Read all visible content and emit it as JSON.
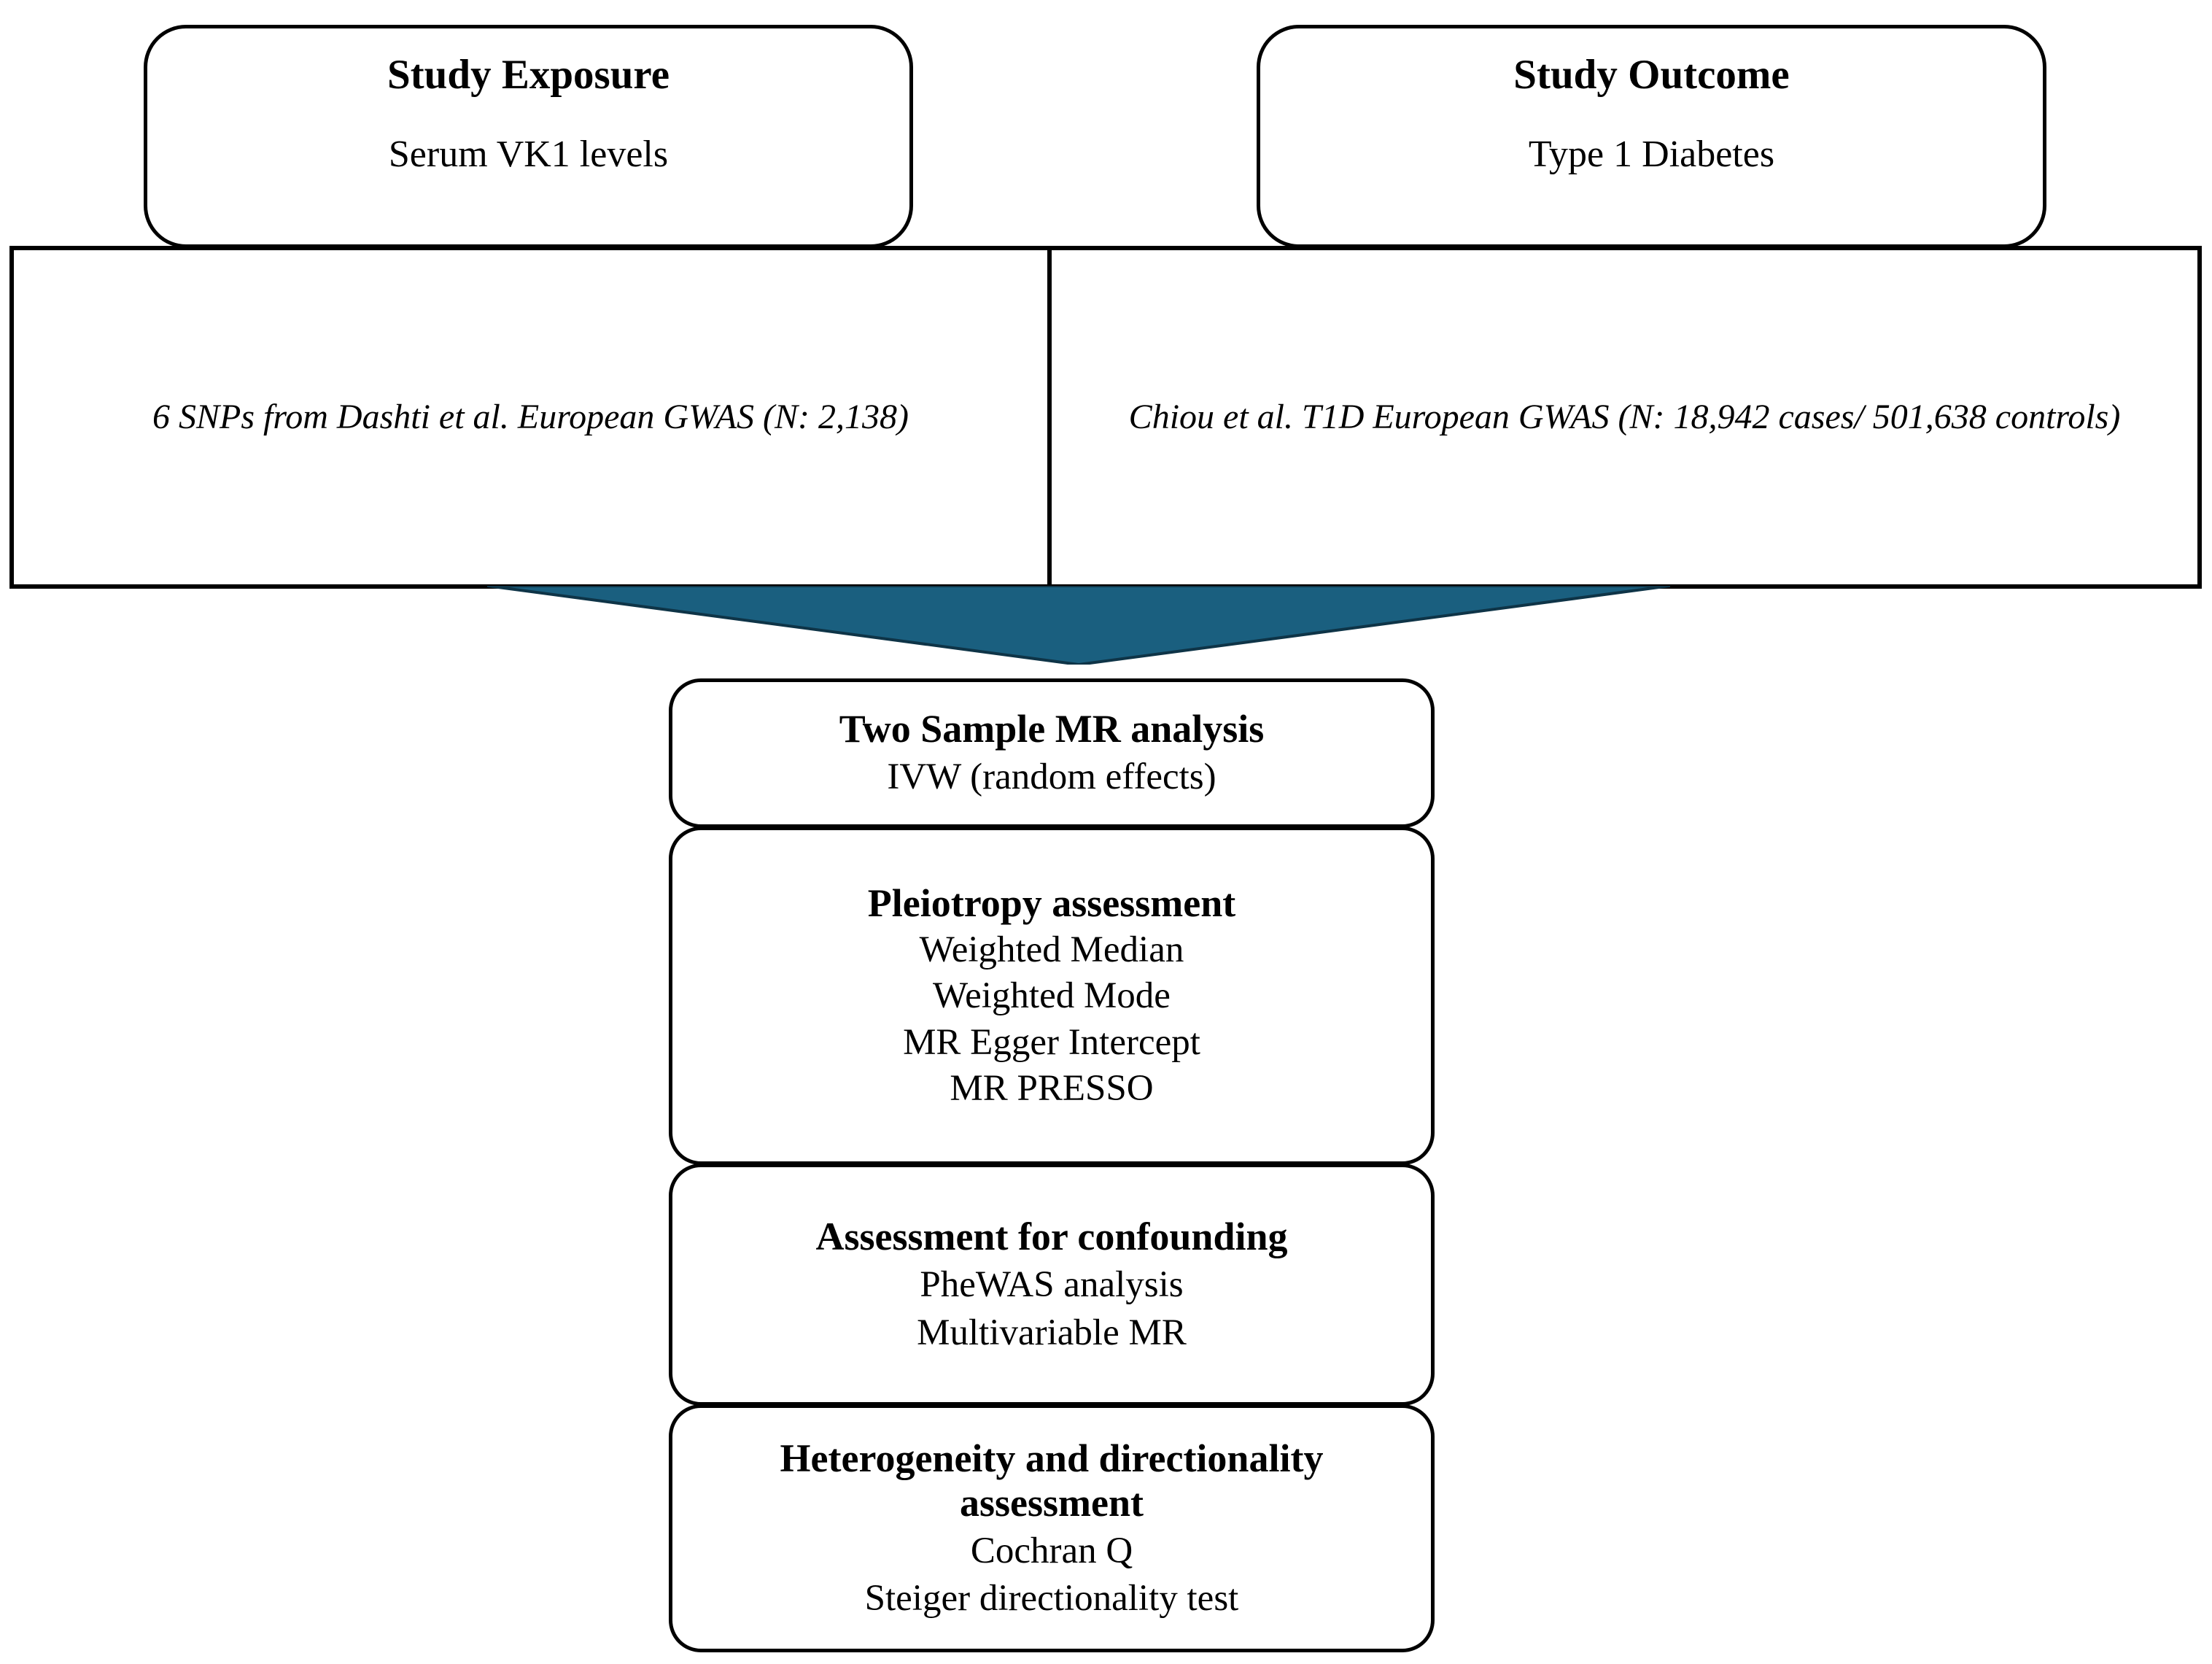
{
  "colors": {
    "arrow_teal": "#1A5F7F",
    "border_black": "#000000",
    "background": "#FFFFFF"
  },
  "header": {
    "exposure": {
      "title": "Study Exposure",
      "subtitle": "Serum VK1 levels"
    },
    "outcome": {
      "title": "Study Outcome",
      "subtitle": "Type 1 Diabetes"
    }
  },
  "sources": {
    "exposure_gwas": "6 SNPs from Dashti et al. European GWAS (N: 2,138)",
    "outcome_gwas": "Chiou et al. T1D European GWAS (N: 18,942 cases/ 501,638 controls)"
  },
  "arrow": {
    "icon": "down-triangle-icon"
  },
  "analysis_steps": [
    {
      "title": "Two Sample MR analysis",
      "items": [
        "IVW (random effects)"
      ]
    },
    {
      "title": "Pleiotropy assessment",
      "items": [
        "Weighted Median",
        "Weighted Mode",
        "MR Egger Intercept",
        "MR PRESSO"
      ]
    },
    {
      "title": "Assessment for confounding",
      "items": [
        "PheWAS analysis",
        "Multivariable MR"
      ]
    },
    {
      "title": "Heterogeneity and directionality assessment",
      "items": [
        "Cochran Q",
        "Steiger directionality test"
      ]
    }
  ]
}
